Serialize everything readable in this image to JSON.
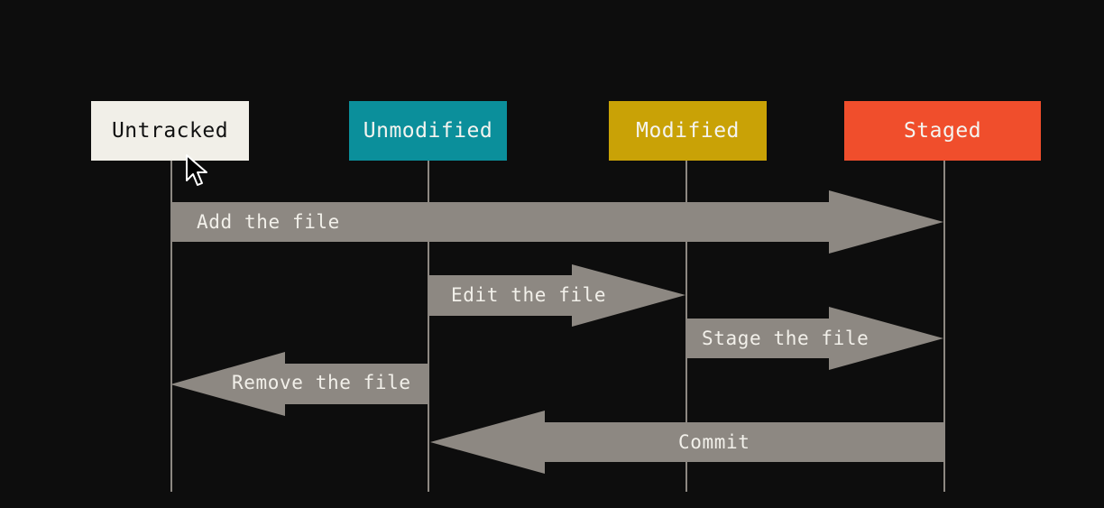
{
  "colors": {
    "background": "#0d0d0d",
    "untracked": "#f1efe8",
    "unmodified": "#0b8f9b",
    "modified": "#c9a206",
    "staged": "#f04e2c",
    "arrow": "#8d8882",
    "lifeline": "#8d8882"
  },
  "states": [
    {
      "id": "untracked",
      "label": "Untracked"
    },
    {
      "id": "unmodified",
      "label": "Unmodified"
    },
    {
      "id": "modified",
      "label": "Modified"
    },
    {
      "id": "staged",
      "label": "Staged"
    }
  ],
  "transitions": [
    {
      "label": "Add the file",
      "from": "untracked",
      "to": "staged"
    },
    {
      "label": "Edit the file",
      "from": "unmodified",
      "to": "modified"
    },
    {
      "label": "Stage the file",
      "from": "modified",
      "to": "staged"
    },
    {
      "label": "Remove the file",
      "from": "unmodified",
      "to": "untracked"
    },
    {
      "label": "Commit",
      "from": "staged",
      "to": "unmodified"
    }
  ],
  "cursor_icon": "mouse-pointer-icon"
}
